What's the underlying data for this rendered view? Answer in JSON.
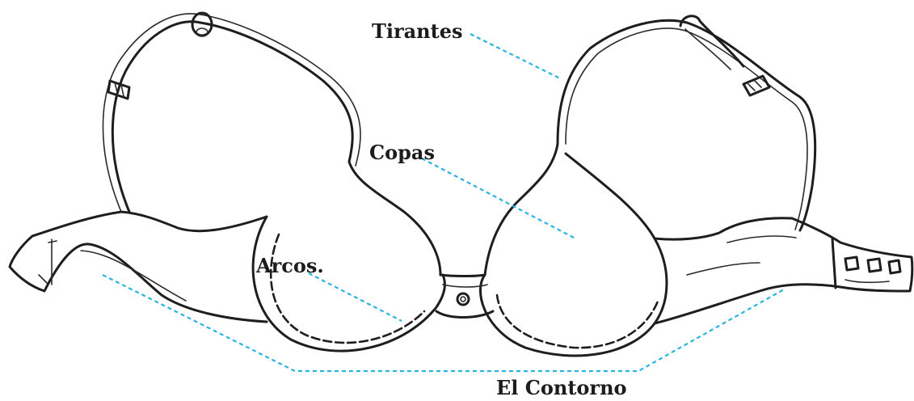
{
  "labels": {
    "straps": "Tirantes",
    "cups": "Copas",
    "underwires": "Arcos.",
    "band": "El Contorno"
  },
  "colors": {
    "leader_lines": "#29b3e2",
    "ink": "#1e1e1e",
    "label_text": "#1c1c1c"
  }
}
